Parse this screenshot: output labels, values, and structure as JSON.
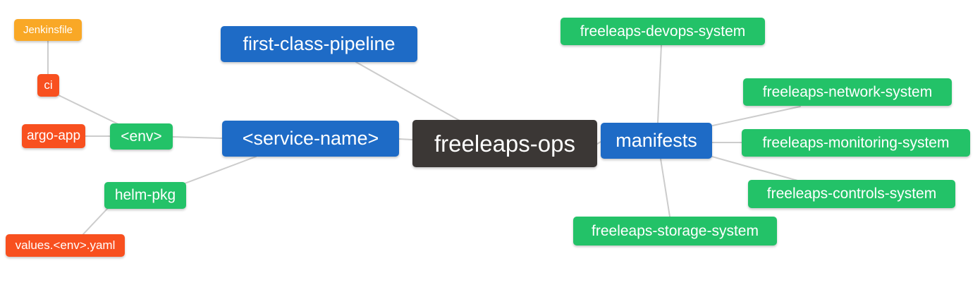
{
  "colors": {
    "root_node": "#3b3735",
    "level2_node": "#1e6bc6",
    "level3_node": "#23c268",
    "level4_node": "#f8501f",
    "level5_node": "#f9a826",
    "edge": "#cccccc",
    "node_text": "#ffffff",
    "background": "#ffffff"
  },
  "mindmap": {
    "root": {
      "label": "freeleaps-ops"
    },
    "nodes": {
      "first_class_pipeline": {
        "label": "first-class-pipeline"
      },
      "service_name": {
        "label": "<service-name>"
      },
      "env": {
        "label": "<env>"
      },
      "ci": {
        "label": "ci"
      },
      "jenkinsfile": {
        "label": "Jenkinsfile"
      },
      "argo_app": {
        "label": "argo-app"
      },
      "helm_pkg": {
        "label": "helm-pkg"
      },
      "values_env_yaml": {
        "label": "values.<env>.yaml"
      },
      "manifests": {
        "label": "manifests"
      },
      "devops_system": {
        "label": "freeleaps-devops-system"
      },
      "network_system": {
        "label": "freeleaps-network-system"
      },
      "monitoring_system": {
        "label": "freeleaps-monitoring-system"
      },
      "controls_system": {
        "label": "freeleaps-controls-system"
      },
      "storage_system": {
        "label": "freeleaps-storage-system"
      }
    },
    "edges": [
      {
        "from": "jenkinsfile",
        "to": "ci"
      },
      {
        "from": "ci",
        "to": "env"
      },
      {
        "from": "argo_app",
        "to": "env"
      },
      {
        "from": "env",
        "to": "service_name"
      },
      {
        "from": "helm_pkg",
        "to": "service_name"
      },
      {
        "from": "values_env_yaml",
        "to": "helm_pkg"
      },
      {
        "from": "first_class_pipeline",
        "to": "freeleaps_ops"
      },
      {
        "from": "service_name",
        "to": "freeleaps_ops"
      },
      {
        "from": "freeleaps_ops",
        "to": "manifests"
      },
      {
        "from": "manifests",
        "to": "devops_system"
      },
      {
        "from": "manifests",
        "to": "network_system"
      },
      {
        "from": "manifests",
        "to": "monitoring_system"
      },
      {
        "from": "manifests",
        "to": "controls_system"
      },
      {
        "from": "manifests",
        "to": "storage_system"
      }
    ]
  }
}
